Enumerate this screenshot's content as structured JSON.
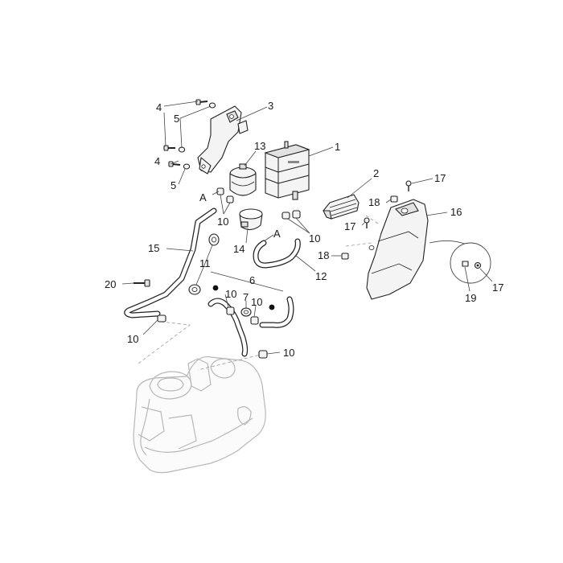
{
  "labels": {
    "p1": "1",
    "p2": "2",
    "p3": "3",
    "p4a": "4",
    "p4b": "4",
    "p5a": "5",
    "p5b": "5",
    "p6": "6",
    "p7": "7",
    "p10a": "10",
    "p10b": "10",
    "p10c": "10",
    "p10d": "10",
    "p10e": "10",
    "p10f": "10",
    "p11": "11",
    "p12": "12",
    "p13": "13",
    "p14": "14",
    "p15": "15",
    "p16": "16",
    "p17a": "17",
    "p17b": "17",
    "p17c": "17",
    "p18a": "18",
    "p18b": "18",
    "p19": "19",
    "p20": "20",
    "refA1": "A",
    "refA2": "A"
  }
}
